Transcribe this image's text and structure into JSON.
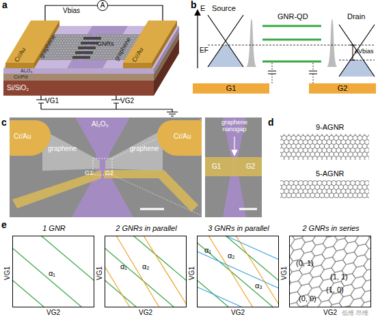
{
  "diagram": {
    "nodes": [
      {
        "text": [
          "A"
        ]
      },
      {
        "text": [
          "G1"
        ]
      },
      {
        "text": [
          "G2"
        ]
      },
      {
        "text": [
          "Cr/Au"
        ]
      },
      {
        "text": [
          "Cr/Au"
        ]
      },
      {
        "text": [
          "1 GNR",
          "α₁"
        ]
      },
      {
        "text": [
          "2 GNRs in parallel",
          "α₁",
          "α₂"
        ]
      },
      {
        "text": [
          "3 GNRs in parallel",
          "α₁",
          "α₂",
          "α₃"
        ]
      },
      {
        "text": [
          "2 GNRs in series",
          "(0, 1)",
          "(1, 1)",
          "(0, 0)",
          "(1, 0)"
        ]
      }
    ],
    "labels": [
      "a",
      "Vbias",
      "Cr/Au",
      "Cr/Au",
      "graphene",
      "graphene",
      "GNRs",
      "Al₂O₃",
      "Cr/Pd",
      "Si/SiO₂",
      "VG1",
      "VG2",
      "b",
      "E",
      "Source",
      "GNR-QD",
      "Drain",
      "EF",
      "eVbias",
      "c",
      "Al₂O₃",
      "graphene",
      "graphene",
      "G1",
      "G2",
      "graphene nanogap",
      "G1",
      "G2",
      "d",
      "9-AGNR",
      "5-AGNR",
      "e",
      "VG1",
      "VG1",
      "VG1",
      "VG1",
      "VG2",
      "VG2",
      "VG2",
      "VG2",
      "低维 昂维"
    ]
  }
}
